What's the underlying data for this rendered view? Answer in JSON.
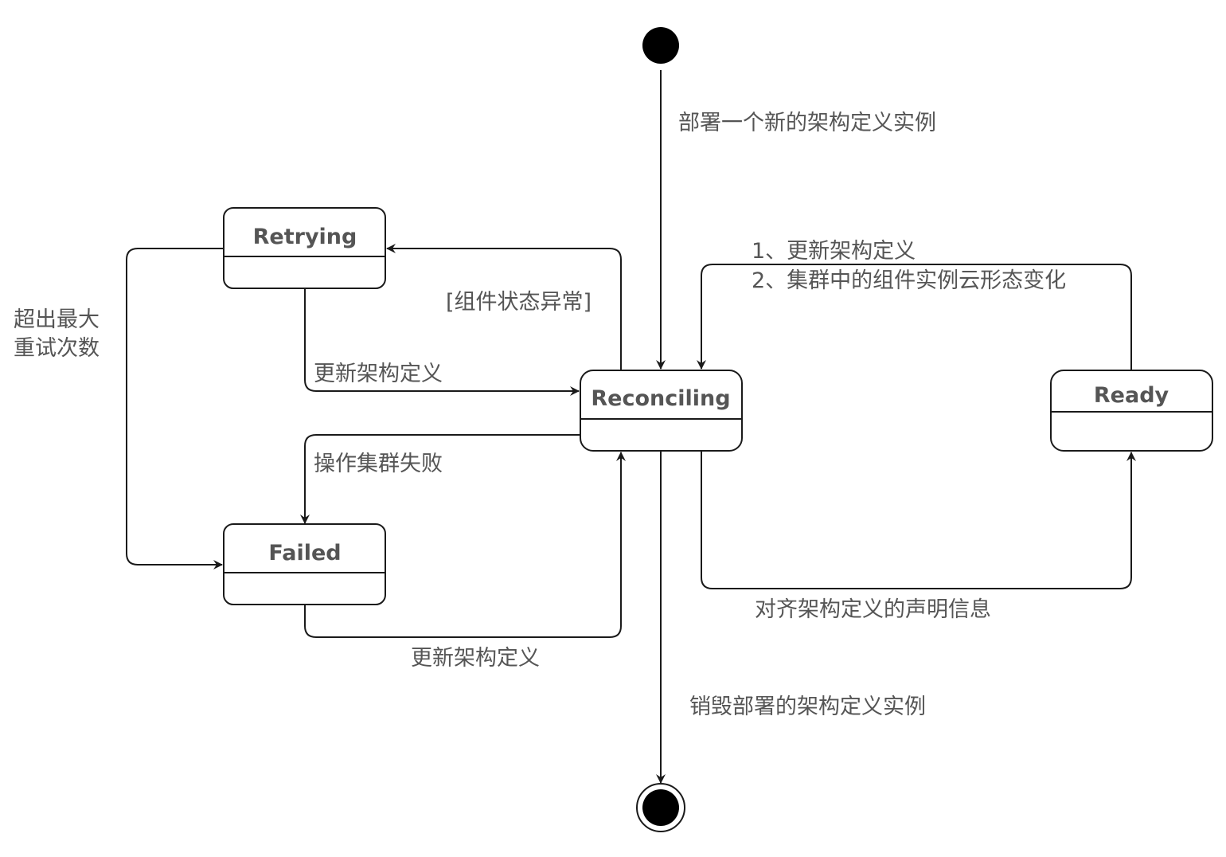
{
  "diagram": {
    "type": "state-machine",
    "colors": {
      "line": "#1a1a1a",
      "text": "#555555",
      "background": "#ffffff"
    },
    "nodes": {
      "initial": {
        "kind": "initial-pseudostate"
      },
      "final": {
        "kind": "final-state"
      },
      "retrying": {
        "name": "Retrying"
      },
      "reconciling": {
        "name": "Reconciling"
      },
      "ready": {
        "name": "Ready"
      },
      "failed": {
        "name": "Failed"
      }
    },
    "transitions": {
      "deploy": {
        "from": "initial",
        "to": "reconciling",
        "label": "部署一个新的架构定义实例"
      },
      "abnormal": {
        "from": "reconciling",
        "to": "retrying",
        "label": "[组件状态异常]"
      },
      "retry_update": {
        "from": "retrying",
        "to": "reconciling",
        "label": "更新架构定义"
      },
      "max_retries": {
        "from": "retrying",
        "to": "failed",
        "label_line1": "超出最大",
        "label_line2": "重试次数"
      },
      "op_failed": {
        "from": "reconciling",
        "to": "failed",
        "label": "操作集群失败"
      },
      "failed_update": {
        "from": "failed",
        "to": "reconciling",
        "label": "更新架构定义"
      },
      "ready_change": {
        "from": "ready",
        "to": "reconciling",
        "label_line1": "1、更新架构定义",
        "label_line2": "2、集群中的组件实例云形态变化"
      },
      "align": {
        "from": "reconciling",
        "to": "ready",
        "label": "对齐架构定义的声明信息"
      },
      "destroy": {
        "from": "reconciling",
        "to": "final",
        "label": "销毁部署的架构定义实例"
      }
    }
  }
}
